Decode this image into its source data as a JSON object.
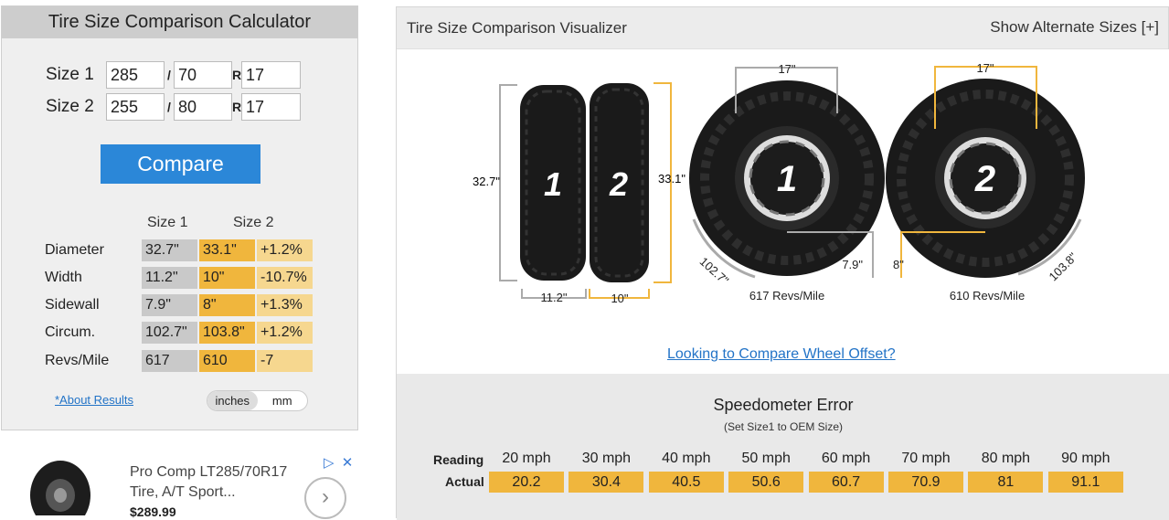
{
  "calculator": {
    "title": "Tire Size Comparison Calculator",
    "size1": {
      "label": "Size 1",
      "width": "285",
      "aspect": "70",
      "rim": "17"
    },
    "size2": {
      "label": "Size 2",
      "width": "255",
      "aspect": "80",
      "rim": "17"
    },
    "slash": "/",
    "r": "R",
    "compare_label": "Compare",
    "col_size1": "Size 1",
    "col_size2": "Size 2",
    "rows": [
      {
        "label": "Diameter",
        "s1": "32.7\"",
        "s2": "33.1\"",
        "diff": "+1.2%"
      },
      {
        "label": "Width",
        "s1": "11.2\"",
        "s2": "10\"",
        "diff": "-10.7%"
      },
      {
        "label": "Sidewall",
        "s1": "7.9\"",
        "s2": "8\"",
        "diff": "+1.3%"
      },
      {
        "label": "Circum.",
        "s1": "102.7\"",
        "s2": "103.8\"",
        "diff": "+1.2%"
      },
      {
        "label": "Revs/Mile",
        "s1": "617",
        "s2": "610",
        "diff": "-7"
      }
    ],
    "about_link": "*About Results",
    "unit_inches": "inches",
    "unit_mm": "mm"
  },
  "ad": {
    "title": "Pro Comp LT285/70R17 Tire, A/T Sport...",
    "price": "$289.99",
    "adchoices_icon": "adchoices-icon",
    "close_icon": "close-icon",
    "next_icon": "chevron-right-icon"
  },
  "visualizer": {
    "title": "Tire Size Comparison Visualizer",
    "alt_sizes": "Show Alternate Sizes [+]",
    "labels": {
      "tire1_num": "1",
      "tire2_num": "2",
      "dia1": "32.7\"",
      "dia2": "33.1\"",
      "width1": "11.2\"",
      "width2": "10\"",
      "rim1": "17\"",
      "rim2": "17\"",
      "circ1": "102.7\"",
      "circ2": "103.8\"",
      "side1": "7.9\"",
      "side2": "8\"",
      "revs1": "617 Revs/Mile",
      "revs2": "610 Revs/Mile"
    },
    "offset_link": "Looking to Compare Wheel Offset?"
  },
  "speedometer": {
    "title": "Speedometer Error",
    "subtitle": "(Set Size1 to OEM Size)",
    "reading_label": "Reading",
    "actual_label": "Actual",
    "readings": [
      "20 mph",
      "30 mph",
      "40 mph",
      "50 mph",
      "60 mph",
      "70 mph",
      "80 mph",
      "90 mph"
    ],
    "actuals": [
      "20.2",
      "30.4",
      "40.5",
      "50.6",
      "60.7",
      "70.9",
      "81",
      "91.1"
    ]
  },
  "colors": {
    "accent_blue": "#2b87d8",
    "size2_orange": "#f0b63d",
    "diff_light": "#f6d78f",
    "size1_gray": "#c9c9c9"
  }
}
